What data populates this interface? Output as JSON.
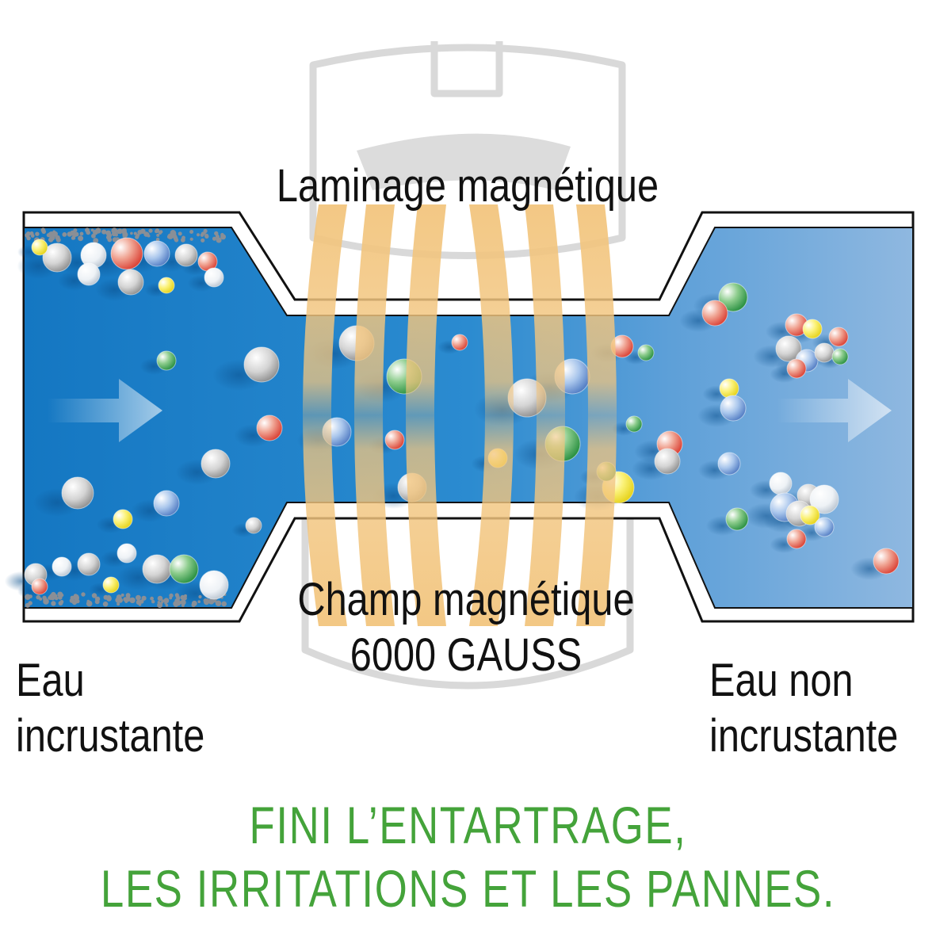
{
  "labels": {
    "top": "Laminage magnétique",
    "field_line1": "Champ magnétique",
    "field_line2": "6000 GAUSS",
    "left_line1": "Eau",
    "left_line2": "incrustante",
    "right_line1": "Eau non",
    "right_line2": "incrustante"
  },
  "slogan": {
    "line1": "FINI L’ENTARTRAGE,",
    "line2": "LES IRRITATIONS ET LES PANNES."
  },
  "colors": {
    "water_dark": "#1477c2",
    "water_light": "#8fb8e0",
    "field_band": "#f2c57e",
    "slogan": "#44a33a",
    "particle_red": "#e2483d",
    "particle_green": "#2e9a4a",
    "particle_yellow": "#f4e11f",
    "particle_grey": "#b7b7b7"
  }
}
